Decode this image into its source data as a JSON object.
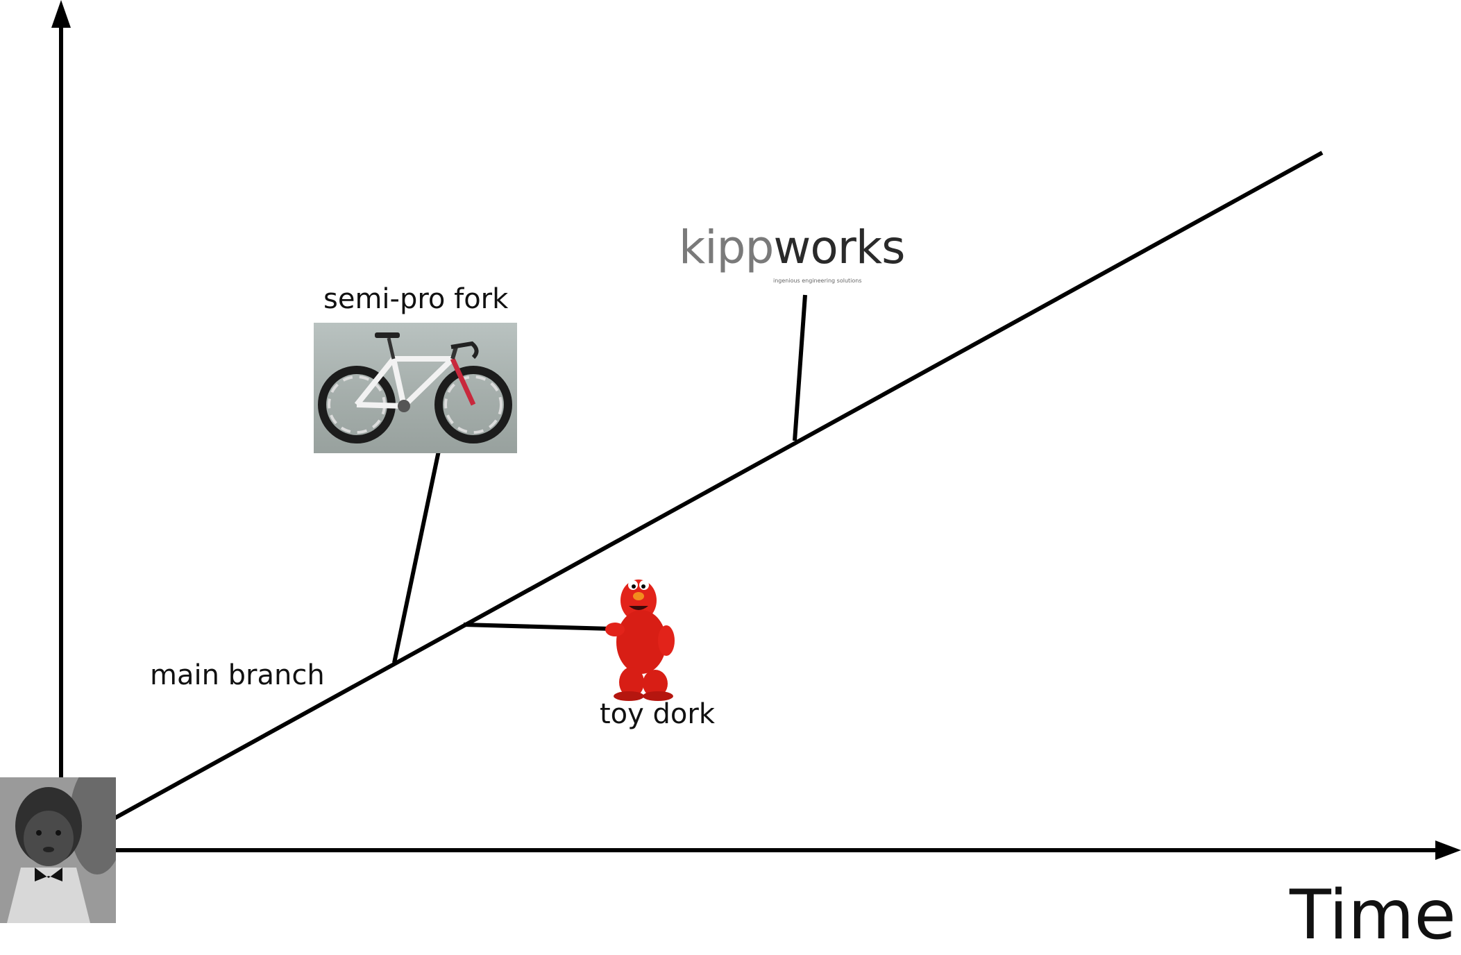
{
  "labels": {
    "semi_pro_fork": "semi-pro fork",
    "main_branch": "main branch",
    "toy_dork": "toy dork",
    "time_axis": "Time"
  },
  "logo": {
    "text_light": "kipp",
    "text_dark": "works",
    "tagline": "ingenious engineering solutions"
  },
  "colors": {
    "line": "#000000",
    "text": "#111111",
    "elmo_red": "#e2231a",
    "bike_frame": "#ffffff",
    "bike_accent": "#c8283c"
  },
  "images": [
    {
      "name": "baby-photo",
      "subject": "baby"
    },
    {
      "name": "bike-photo",
      "subject": "road bicycle"
    },
    {
      "name": "elmo-toy",
      "subject": "red plush toy"
    },
    {
      "name": "kippworks-logo",
      "subject": "logo"
    }
  ]
}
